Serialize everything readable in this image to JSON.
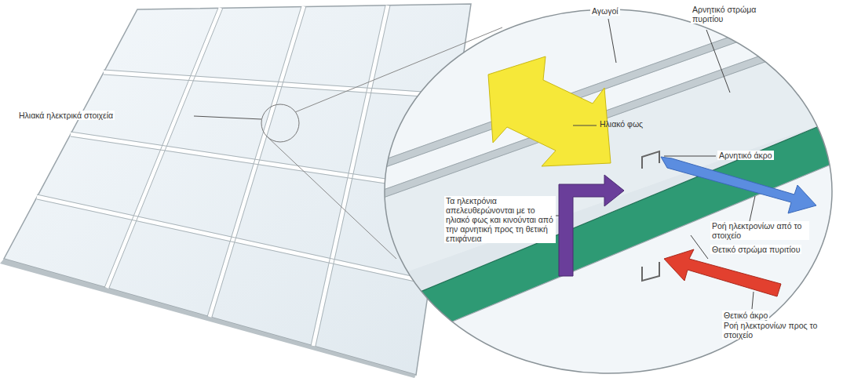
{
  "diagram": {
    "labels": [
      "Ηλιακά ηλεκτρικά στοιχεία",
      "Αγωγοί",
      "Αρνητικό στρώμα πυριτίου",
      "Ηλιακό φως",
      "Αρνητικό άκρο",
      "Τα ηλεκτρόνια απελευθερώνονται με το ηλιακό φως και κινούνται από την αρνητική προς τη θετική επιφάνεια",
      "Ροή ηλεκτρονίων από το στοιχείο",
      "Θετικό στρώμα πυριτίου",
      "Θετικό άκρο",
      "Ροή ηλεκτρονίων προς το στοιχείο"
    ]
  }
}
